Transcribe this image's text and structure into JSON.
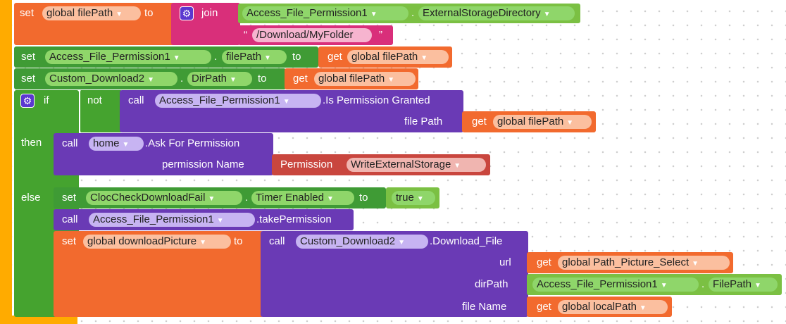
{
  "colors": {
    "event_bar": "#ffab00",
    "variables": "#f26a2e",
    "text": "#d92f7a",
    "component_setter": "#3f9b35",
    "control": "#45a32f",
    "procedure": "#6a3ab5",
    "permission": "#c9463e",
    "logic": "#7bc043"
  },
  "row1": {
    "set": "set",
    "var": "global filePath",
    "to": "to",
    "join": "join",
    "component": "Access_File_Permission1",
    "property": "ExternalStorageDirectory",
    "quote_open": "“",
    "string": "/Download/MyFolder",
    "quote_close": "”"
  },
  "row2": {
    "set": "set",
    "component": "Access_File_Permission1",
    "dot": ".",
    "property": "filePath",
    "to": "to",
    "get": "get",
    "var": "global filePath"
  },
  "row3": {
    "set": "set",
    "component": "Custom_Download2",
    "dot": ".",
    "property": "DirPath",
    "to": "to",
    "get": "get",
    "var": "global filePath"
  },
  "if_block": {
    "if": "if",
    "not": "not",
    "call": "call",
    "component": "Access_File_Permission1",
    "method": ".Is Permission Granted",
    "arg_label": "file Path",
    "get": "get",
    "var": "global filePath"
  },
  "then_block": {
    "then": "then",
    "call": "call",
    "component": "home",
    "method": ".Ask For Permission",
    "arg_label": "permission Name",
    "permission_label": "Permission",
    "permission_value": "WriteExternalStorage"
  },
  "else_block": {
    "else": "else",
    "set1": "set",
    "set1_component": "ClocCheckDownloadFail",
    "dot": ".",
    "set1_property": "Timer Enabled",
    "to": "to",
    "bool": "true",
    "call2": "call",
    "call2_component": "Access_File_Permission1",
    "call2_method": ".takePermission",
    "set3": "set",
    "set3_var": "global downloadPicture",
    "set3_to": "to",
    "call4": "call",
    "call4_component": "Custom_Download2",
    "call4_method": ".Download_File",
    "url_label": "url",
    "url_get": "get",
    "url_var": "global Path_Picture_Select",
    "dir_label": "dirPath",
    "dir_component": "Access_File_Permission1",
    "dir_property": "FilePath",
    "file_label": "file Name",
    "file_get": "get",
    "file_var": "global localPath"
  }
}
